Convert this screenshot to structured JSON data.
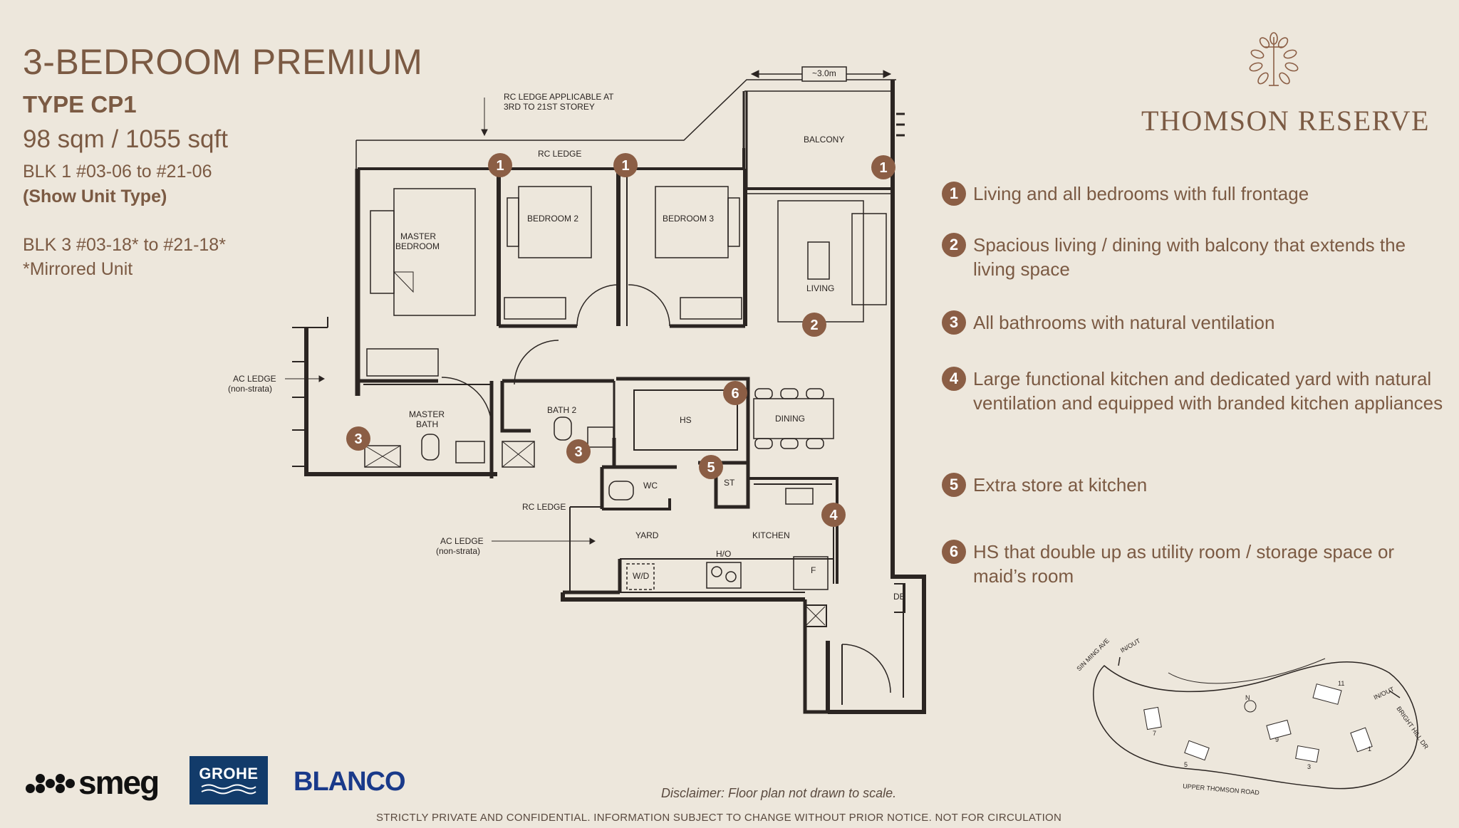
{
  "header": {
    "title": "3-BEDROOM PREMIUM",
    "type": "TYPE CP1",
    "size": "98 sqm / 1055 sqft",
    "blk1": "BLK 1 #03-06 to #21-06",
    "show_unit": "(Show Unit Type)",
    "blk3": "BLK 3 #03-18* to #21-18*",
    "mirrored": "*Mirrored Unit"
  },
  "brand": {
    "name": "THOMSON RESERVE",
    "logo_icon": "tree-monogram-icon"
  },
  "features": [
    {
      "num": "1",
      "text": "Living and all bedrooms with full frontage"
    },
    {
      "num": "2",
      "text": "Spacious living / dining with balcony that extends the living space"
    },
    {
      "num": "3",
      "text": "All bathrooms with natural ventilation"
    },
    {
      "num": "4",
      "text": "Large functional kitchen and dedicated yard with natural ventilation and equipped with branded kitchen appliances"
    },
    {
      "num": "5",
      "text": "Extra store at kitchen"
    },
    {
      "num": "6",
      "text": "HS that double up as utility room / storage space or maid’s room"
    }
  ],
  "floorplan": {
    "dimension": "~3.0m",
    "rc_ledge_note_1": "RC LEDGE APPLICABLE AT",
    "rc_ledge_note_2": "3RD TO 21ST STOREY",
    "rc_ledge_top": "RC LEDGE",
    "balcony": "BALCONY",
    "master_bedroom_1": "MASTER",
    "master_bedroom_2": "BEDROOM",
    "bedroom2": "BEDROOM 2",
    "bedroom3": "BEDROOM 3",
    "living": "LIVING",
    "ac_ledge_1": "AC LEDGE",
    "ac_ledge_1b": "(non-strata)",
    "master_bath_1": "MASTER",
    "master_bath_2": "BATH",
    "bath2": "BATH 2",
    "hs": "HS",
    "dining": "DINING",
    "wc": "WC",
    "st": "ST",
    "rc_ledge_mid": "RC LEDGE",
    "ac_ledge_2": "AC LEDGE",
    "ac_ledge_2b": "(non-strata)",
    "yard": "YARD",
    "kitchen": "KITCHEN",
    "ho": "H/O",
    "wd": "W/D",
    "fridge": "F",
    "db": "DB",
    "markers": [
      "1",
      "1",
      "1",
      "2",
      "3",
      "3",
      "4",
      "5",
      "6"
    ]
  },
  "siteplan": {
    "sin_ming": "SIN MING AVE",
    "in_out_1": "IN/OUT",
    "in_out_2": "IN/OUT",
    "bright_hill": "BRIGHT HILL DR",
    "upper_thomson": "UPPER THOMSON ROAD",
    "north": "N",
    "blocks": [
      "1",
      "3",
      "5",
      "7",
      "9",
      "11"
    ]
  },
  "sponsors": {
    "smeg": "smeg",
    "grohe": "GROHE",
    "blanco": "BLANCO"
  },
  "disclaimer": "Disclaimer: Floor plan not drawn to scale.",
  "footer": "STRICTLY PRIVATE AND CONFIDENTIAL. INFORMATION SUBJECT TO CHANGE WITHOUT PRIOR NOTICE. NOT FOR CIRCULATION"
}
